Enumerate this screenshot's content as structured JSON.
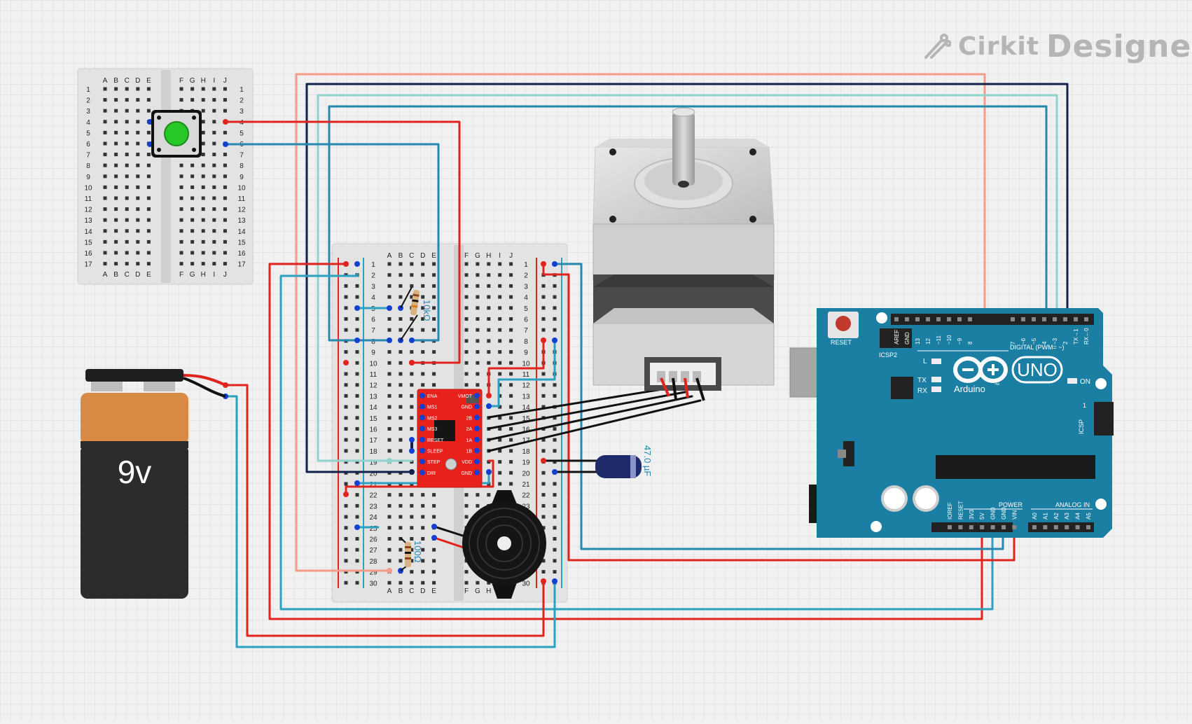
{
  "brand": {
    "name": "Cirkit",
    "product": "Designer"
  },
  "battery": {
    "label": "9v"
  },
  "breadboard_small": {
    "cols_left": [
      "A",
      "B",
      "C",
      "D",
      "E"
    ],
    "cols_right": [
      "F",
      "G",
      "H",
      "I",
      "J"
    ],
    "rows": 17
  },
  "breadboard_main": {
    "cols_left": [
      "A",
      "B",
      "C",
      "D",
      "E"
    ],
    "cols_right": [
      "F",
      "G",
      "H",
      "I",
      "J"
    ],
    "rows": 30
  },
  "driver": {
    "pins_left": [
      "ENA",
      "MS1",
      "MS2",
      "MS3",
      "RESET",
      "SLEEP",
      "STEP",
      "DIR"
    ],
    "pins_right": [
      "VMOT",
      "GND",
      "2B",
      "2A",
      "1A",
      "1B",
      "VDD",
      "GND"
    ]
  },
  "resistor_top": {
    "label": "10kΩ"
  },
  "resistor_bottom": {
    "label": "100Ω"
  },
  "capacitor": {
    "label": "47.0 µF"
  },
  "arduino": {
    "reset_label": "RESET",
    "icsp2_label": "ICSP2",
    "icsp_label": "ICSP",
    "icsp_pin1": "1",
    "l_label": "L",
    "tx_label": "TX",
    "rx_label": "RX",
    "on_label": "ON",
    "brand": "Arduino",
    "tm": "™",
    "model": "UNO",
    "digital_label": "DIGITAL (PWM= ~)",
    "power_label": "POWER",
    "analog_label": "ANALOG IN",
    "top_pins": [
      "AREF",
      "GND",
      "13",
      "12",
      "~11",
      "~10",
      "~9",
      "8",
      "7",
      "~6",
      "~5",
      "4",
      "~3",
      "2",
      "TX→1",
      "RX←0"
    ],
    "power_pins": [
      "IOREF",
      "RESET",
      "3V3",
      "5V",
      "GND",
      "GND",
      "VIN"
    ],
    "analog_pins": [
      "A0",
      "A1",
      "A2",
      "A3",
      "A4",
      "A5"
    ]
  }
}
